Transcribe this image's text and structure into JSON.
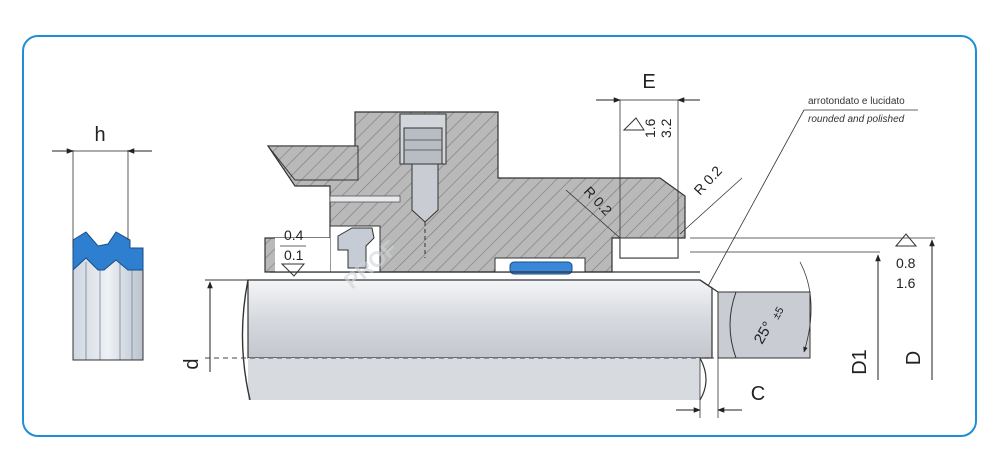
{
  "dimensions": {
    "h": "h",
    "E": "E",
    "C": "C",
    "d": "d",
    "D1": "D1",
    "D": "D"
  },
  "roughness": {
    "groove_top": "0.4",
    "groove_bottom": "0.1",
    "e_top": "1.6",
    "e_bottom": "3.2",
    "bore_top": "0.8",
    "bore_bottom": "1.6"
  },
  "radii": {
    "left": "R 0.2",
    "right": "R 0.2"
  },
  "angle": {
    "value": "25°",
    "tolerance": "±5"
  },
  "note": {
    "italian": "arrotondato e lucidato",
    "english": "rounded and polished"
  },
  "watermark": "PROF",
  "colors": {
    "frame": "#1d8fd8",
    "seal": "#2f7fd0",
    "housing": "#b8b8b8",
    "rod": "#e4e6ea"
  }
}
